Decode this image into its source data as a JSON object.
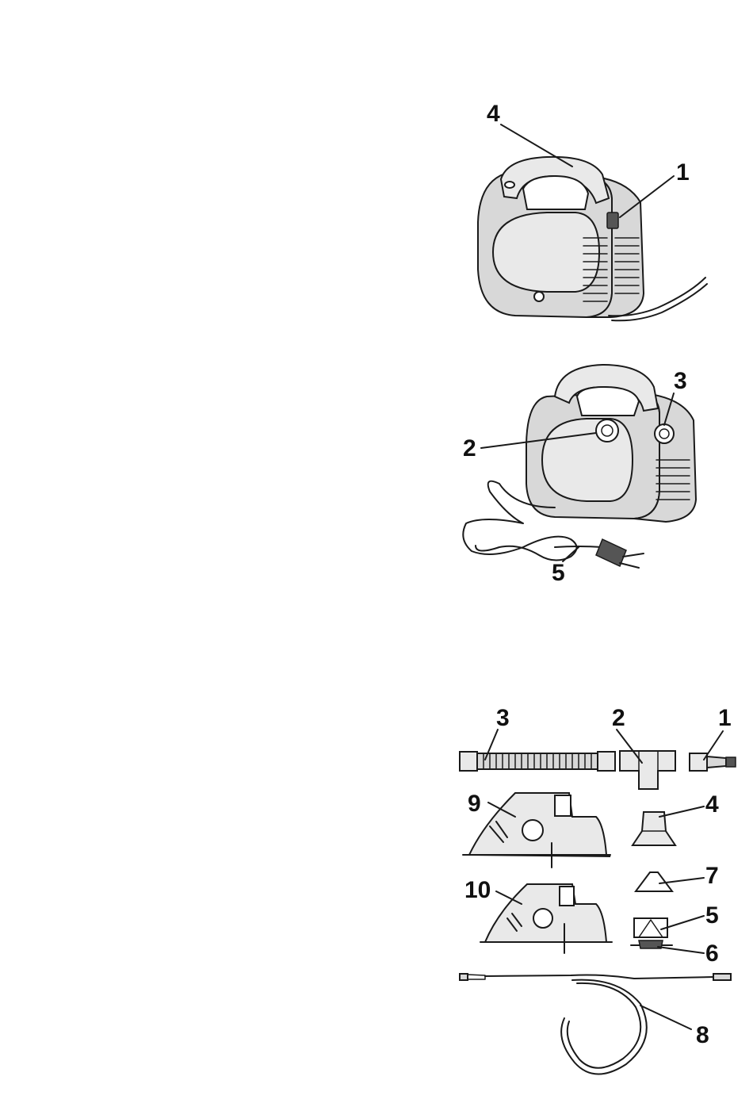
{
  "figure_top": {
    "callouts": {
      "handle": "4",
      "power_switch": "1"
    }
  },
  "figure_middle": {
    "callouts": {
      "air_outlet": "2",
      "filter": "3",
      "power_cord": "5"
    }
  },
  "figure_accessories": {
    "callouts": {
      "corrugated_tube": "3",
      "t_piece": "2",
      "mouthpiece": "1",
      "adult_mask": "9",
      "nebulizer_cup": "4",
      "child_mask": "10",
      "baffle_cap": "7",
      "nebulizer_insert": "5",
      "nebulizer_base": "6",
      "air_tubing": "8"
    }
  }
}
